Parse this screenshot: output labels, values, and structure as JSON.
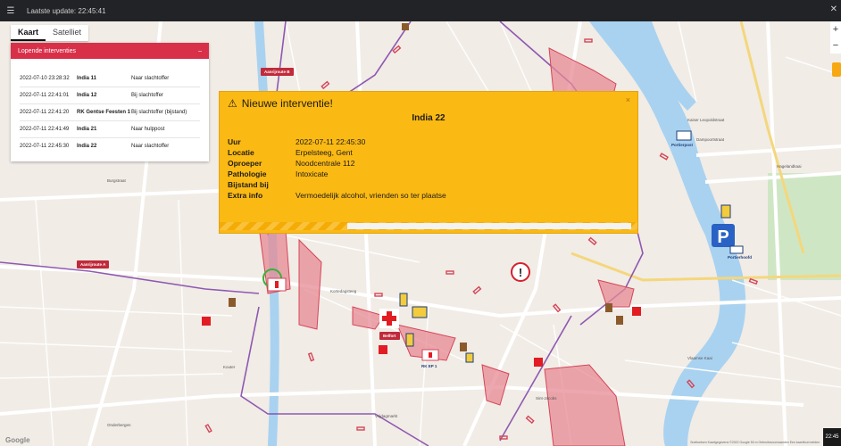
{
  "topbar": {
    "menu_icon": "hamburger-icon",
    "last_update": "Laatste update: 22:45:41",
    "close_icon": "close-icon"
  },
  "maptype": {
    "map": "Kaart",
    "satellite": "Satelliet"
  },
  "panel": {
    "title": "Lopende interventies",
    "toggle": "–",
    "rows": [
      {
        "time": "2022-07-10 23:28:32",
        "unit": "India 11",
        "status": "Naar slachtoffer"
      },
      {
        "time": "2022-07-11 22:41:01",
        "unit": "India 12",
        "status": "Bij slachtoffer"
      },
      {
        "time": "2022-07-11 22:41:20",
        "unit": "RK Gentse Feesten 1",
        "status": "Bij slachtoffer (bijstand)"
      },
      {
        "time": "2022-07-11 22:41:49",
        "unit": "India 21",
        "status": "Naar hulppost"
      },
      {
        "time": "2022-07-11 22:45:30",
        "unit": "India 22",
        "status": "Naar slachtoffer"
      }
    ]
  },
  "dialog": {
    "title": "Nieuwe interventie!",
    "unit": "India 22",
    "close": "×",
    "fields": [
      {
        "key": "Uur",
        "value": "2022-07-11 22:45:30"
      },
      {
        "key": "Locatie",
        "value": "Erpelsteeg, Gent"
      },
      {
        "key": "Oproeper",
        "value": "Noodcentrale 112"
      },
      {
        "key": "Pathologie",
        "value": "Intoxicate"
      },
      {
        "key": "Bijstand bij",
        "value": ""
      },
      {
        "key": "Extra info",
        "value": "Vermoedelijk alcohol, vrienden so ter plaatse"
      }
    ],
    "progress_fraction": 0.68
  },
  "map_labels": {
    "aanrijroute_b": "Aanrijroute B",
    "aanrijroute_a": "Aanrijroute A",
    "belfort": "Belfort",
    "portiersplein": "Portierhoofd",
    "portierpost": "Portierpost",
    "rk_ep": "RK EP 1",
    "street1": "Kaiser Leopoldstraat",
    "street2": "Dampoortstraat",
    "street3": "Hagelandkaai",
    "street4": "Vlaamse Kaai",
    "street5": "Burgstraat",
    "street6": "Onderbergen",
    "street7": "Vrijdagmarkt",
    "street8": "Kortedagsteeg",
    "street9": "Sint-Jacobs",
    "street10": "Kouter"
  },
  "clock": "22:45",
  "google": "Google",
  "footer": "Sneltoetsen   Kaartgegevens ©2022 Google   50 m   Gebruiksvoorwaarden   Een kaartfout melden",
  "colors": {
    "danger": "#d9304a",
    "alert": "#fbb913",
    "zone": "#e07b85",
    "route": "#7d3fa8",
    "water": "#a9d2f0"
  }
}
